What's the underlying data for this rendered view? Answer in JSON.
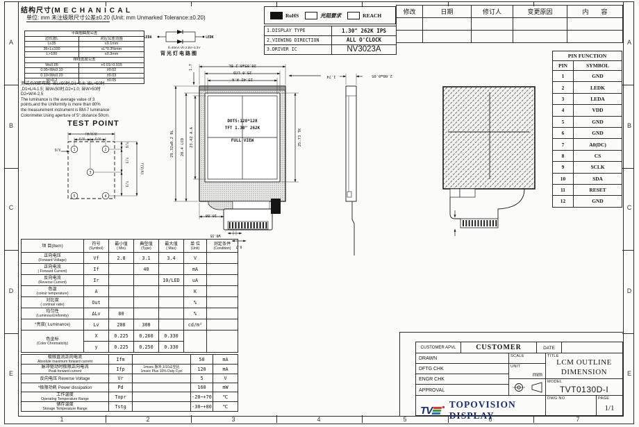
{
  "header": {
    "title": "结构尺寸(M E C H A N I C A L",
    "unit_note_cn": "单位: mm 未注级限尺寸公差±0.20",
    "unit_note_en": "(Unit: mm    Unmarked Tolerance:±0.20)"
  },
  "flatness_table": {
    "title": "平面翘曲度公差",
    "headers": [
      "边长度L",
      "对应公差范围"
    ],
    "rows": [
      {
        "c1": "L≤35",
        "c2": "≤0.1mm"
      },
      {
        "c1": "35<L≤100",
        "c2": "≤L*0.3%mm"
      },
      {
        "c1": "L>100",
        "c2": "≤0.3mm"
      }
    ],
    "title2": "排线宽度公差",
    "rows2": [
      {
        "c1": "W≤0.05",
        "c2": "+0.01/-0.015"
      },
      {
        "c1": "0.05<W≤0.10",
        "c2": "±0.02"
      },
      {
        "c1": "0.10<W≤0.20",
        "c2": "±0.03"
      },
      {
        "c1": "W>0.2",
        "c2": "±0.05"
      }
    ]
  },
  "backlight": {
    "left_label": "LEDA",
    "right_label": "LEDK",
    "spec": "If=40mA Vf=2.8V~3.3V",
    "caption": "背光灯电路图"
  },
  "test_note": {
    "lines": [
      "测试点间距布图: 当L≤50时,D1=0.8; 当L>50时",
      ",D1=L/4-1.5; 当W≤50时,D2=1.0; 当W>50时",
      "D2=W/4-2.5",
      "The luminance is the average value of 3",
      "points,and the Uniformity is more than 80%",
      "the measurement instrument is BM-7 luminance",
      "Colorimeter.Using aperture of 5°,distance 50cm."
    ]
  },
  "test_point": {
    "title": "TEST POINT",
    "points": [
      "1",
      "2",
      "3",
      "4",
      "5"
    ],
    "dim_h_total": "X(V/A)",
    "dim_h_seg": "X/3",
    "dim_h_edge": "X/6",
    "dim_v_total": "Y(V/A)",
    "dim_v_edge": "Y/6",
    "dim_v_seg": "Y/3"
  },
  "compliance": {
    "items": [
      {
        "label": "RoHS",
        "checked": true
      },
      {
        "label": "光阻要求",
        "checked": false
      },
      {
        "label": "REACH",
        "checked": false
      }
    ]
  },
  "display_info": {
    "rows": [
      {
        "label": "1.DISPLAY TYPE",
        "value": "1.30\" 262K  IPS",
        "big": false
      },
      {
        "label": "2.VIEWING DIRECTION",
        "value": "ALL O'CLOCK",
        "big": false
      },
      {
        "label": "3.DRIVER IC",
        "value": "NV3023A",
        "big": true
      }
    ]
  },
  "revision_table": {
    "headers": [
      "修改",
      "日期",
      "修订人",
      "变更原因",
      "内　　容"
    ]
  },
  "pin_table": {
    "title": "PIN FUNCTION",
    "headers": [
      "PIN",
      "SYMBOL"
    ],
    "rows": [
      {
        "pin": "1",
        "symbol": "GND"
      },
      {
        "pin": "2",
        "symbol": "LEDK"
      },
      {
        "pin": "3",
        "symbol": "LEDA"
      },
      {
        "pin": "4",
        "symbol": "VDD"
      },
      {
        "pin": "5",
        "symbol": "GND"
      },
      {
        "pin": "6",
        "symbol": "GND"
      },
      {
        "pin": "7",
        "symbol": "A0(DC)"
      },
      {
        "pin": "8",
        "symbol": "CS"
      },
      {
        "pin": "9",
        "symbol": "SCLK"
      },
      {
        "pin": "10",
        "symbol": "SDA"
      },
      {
        "pin": "11",
        "symbol": "RESET"
      },
      {
        "pin": "12",
        "symbol": "GND"
      }
    ]
  },
  "drawing": {
    "front": {
      "dim_top_bl": "26.85±0.2 BL",
      "dim_top_lcd": "25.8 LCD",
      "dim_top_aa": "23.42 A.A",
      "dim_top_left": "1.7",
      "dim_top_right": "1.74",
      "dim_left_bl": "29.32±0.2 BL",
      "dim_left_lcd": "28.4 LCD",
      "dim_left_aa": "23.42 A.A",
      "dim_right_tk": "25.73 TK",
      "dim_fpc": "10.08",
      "dim_pin_pitch": "W0.35",
      "dim_pin_width": "0.7",
      "center_line1": "DOTS:128*128",
      "center_line2": "TFT 1.30\" 262K",
      "center_line3": "FULL VIEW"
    },
    "side": {
      "dim_thickness": "2.08±0.05"
    }
  },
  "elec_table": {
    "headers": [
      {
        "cn": "项 目(Item)",
        "en": ""
      },
      {
        "cn": "符号",
        "en": "(Symbol)"
      },
      {
        "cn": "最小值",
        "en": "( Min)"
      },
      {
        "cn": "典型值",
        "en": "(Type)"
      },
      {
        "cn": "最大值",
        "en": "( Max)"
      },
      {
        "cn": "单 位",
        "en": "(Unit)"
      },
      {
        "cn": "测定条件",
        "en": "(Condition)"
      }
    ],
    "rows": [
      {
        "cn": "正向电压",
        "en": "(Forward Voltage)",
        "sym": "Vf",
        "min": "2.8",
        "typ": "3.1",
        "max": "3.4",
        "unit": "V",
        "cond": ""
      },
      {
        "cn": "正向电流",
        "en": "( Forward Current)",
        "sym": "If",
        "min": "",
        "typ": "40",
        "max": "",
        "unit": "mA",
        "cond": ""
      },
      {
        "cn": "反向电流",
        "en": "(Reverse Current)",
        "sym": "Ir",
        "min": "",
        "typ": "",
        "max": "10/LED",
        "unit": "uA",
        "cond": ""
      },
      {
        "cn": "色温",
        "en": "(colour temperature)",
        "sym": "A",
        "min": "",
        "typ": "",
        "max": "",
        "unit": "K",
        "cond": ""
      },
      {
        "cn": "对比度",
        "en": "( contrast ratio)",
        "sym": "Out",
        "min": "",
        "typ": "",
        "max": "",
        "unit": "%",
        "cond": ""
      },
      {
        "cn": "均匀性",
        "en": "(LuminousUnifomity)",
        "sym": "ΔLv",
        "min": "80",
        "typ": "",
        "max": "",
        "unit": "%",
        "cond": ""
      },
      {
        "cn": "*亮度( Luminance)",
        "en": "",
        "sym": "Lv",
        "min": "280",
        "typ": "300",
        "max": "",
        "unit": "cd/m²",
        "cond": ""
      }
    ],
    "chroma": {
      "cn": "色坐标",
      "en": "(Color Chromaticity)",
      "rows": [
        {
          "sym": "X",
          "min": "0.225",
          "typ": "0.260",
          "max": "0.330"
        },
        {
          "sym": "y",
          "min": "0.225",
          "typ": "0.250",
          "max": "0.330"
        }
      ]
    },
    "abs_rows": [
      {
        "cn": "极限直流正向电流",
        "en": "Absolute maximum forward current",
        "sym": "Ifm",
        "cond1": "",
        "cond2": "",
        "val": "50",
        "unit": "mA"
      },
      {
        "cn": "脉冲驱动时极限正向电流",
        "en": "Peak  forward  current",
        "sym": "Ifp",
        "cond1": "1msec 脉冲,1/10占空比",
        "cond2": "1msec Plus 10% Duty Cycl",
        "val": "120",
        "unit": "mA"
      },
      {
        "cn": "反向电压 Reverse  Voltage",
        "en": "",
        "sym": "Vr",
        "cond1": "",
        "cond2": "",
        "val": "5",
        "unit": "V"
      },
      {
        "cn": "*极限功耗 Power dissipation",
        "en": "",
        "sym": "Pd",
        "cond1": "",
        "cond2": "",
        "val": "160",
        "unit": "mW"
      },
      {
        "cn": "工作温度",
        "en": "Operating Temperature Range",
        "sym": "Topr",
        "cond1": "",
        "cond2": "",
        "val": "-20~+70",
        "unit": "℃"
      },
      {
        "cn": "储存温度",
        "en": "Storage Temperature  Range",
        "sym": "Tstg",
        "cond1": "",
        "cond2": "",
        "val": "-30~+80",
        "unit": "℃"
      }
    ]
  },
  "title_block": {
    "customer_apvl": "CUSTOMER APVL",
    "customer": "CUSTOMER",
    "date": "DATE",
    "rows": [
      "DRAWN",
      "DFTG CHK",
      "ENGR CHK",
      "APPROVAL"
    ],
    "scale_label": "SCALE",
    "unit_label": "UNIT",
    "unit_value": "mm",
    "title_label": "TITLE",
    "title_line1": "LCM OUTLINE",
    "title_line2": "DIMENSION",
    "model_label": "MODEL",
    "model_value": "TVT0130D-I",
    "dwg_label": "DWG NO",
    "page_label": "PAGE",
    "page_value": "1/1",
    "logo_text": "TV",
    "company": "TOPOVISION DISPLAY"
  },
  "frame": {
    "zone_letters": [
      "A",
      "B",
      "C",
      "D",
      "E"
    ],
    "zone_numbers": [
      "1",
      "2",
      "3",
      "4",
      "5",
      "6",
      "7"
    ]
  },
  "colors": {
    "line": "#2a2a2a",
    "navy": "#1b2d77",
    "logo_red": "#e2322a",
    "logo_green": "#2ea12e",
    "logo_blue": "#1f6fd0"
  }
}
